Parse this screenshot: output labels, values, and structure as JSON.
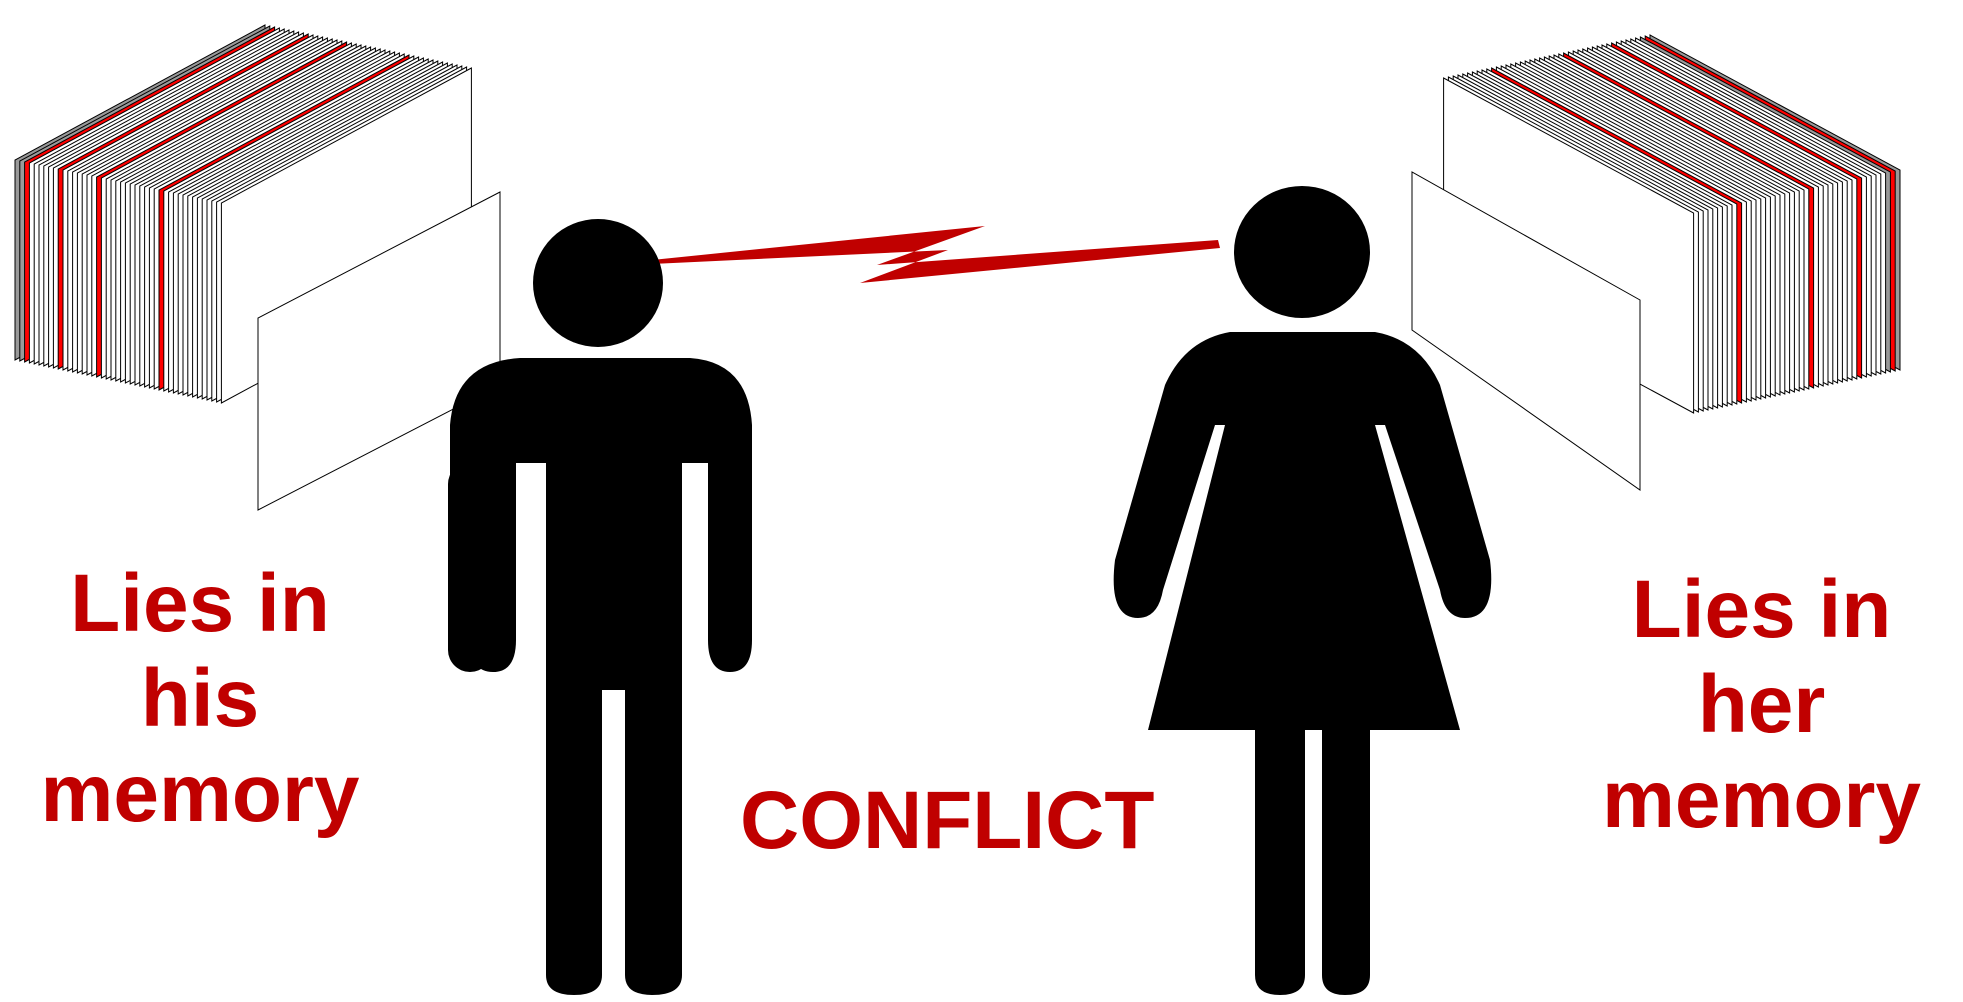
{
  "labels": {
    "left_line1": "Lies in his",
    "left_line2": "memory",
    "right_line1": "Lies in her",
    "right_line2": "memory",
    "conflict": "CONFLICT"
  },
  "colors": {
    "accent_red": "#c00000",
    "folder_red": "#ff0000",
    "folder_gray": "#999999",
    "figure": "#000000",
    "lightning": "#c00000"
  },
  "icons": {
    "left_files": "file-folders-icon",
    "right_files": "file-folders-icon",
    "man": "man-figure-icon",
    "woman": "woman-figure-icon",
    "bolt": "lightning-bolt-icon"
  }
}
